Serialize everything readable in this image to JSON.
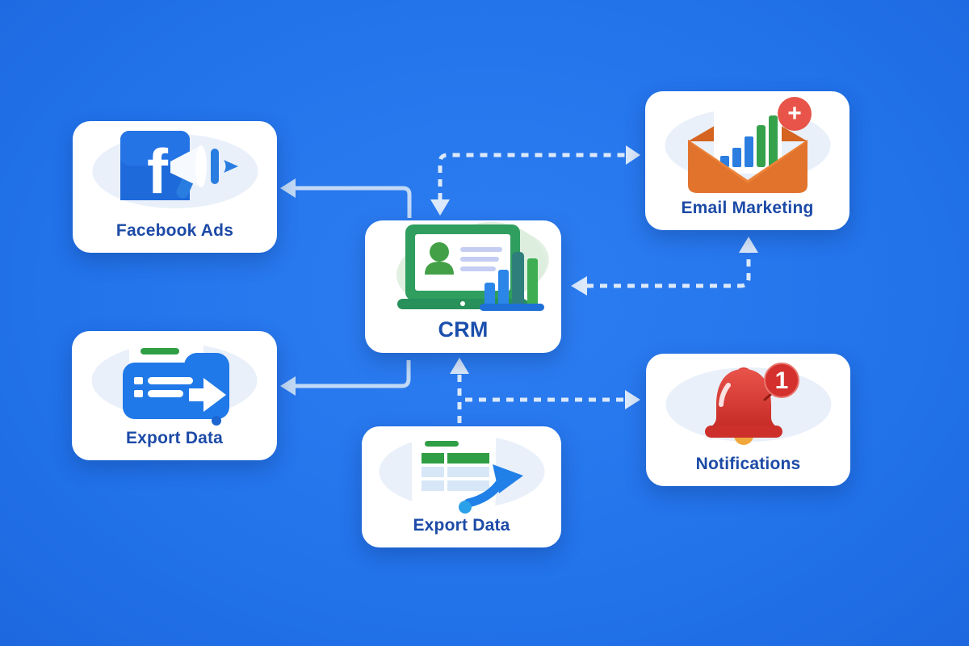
{
  "diagram": {
    "type": "integration-flowchart",
    "nodes": [
      {
        "id": "facebook-ads",
        "label": "Facebook Ads",
        "icon": "facebook-megaphone-icon",
        "logo_letter": "f"
      },
      {
        "id": "email-marketing",
        "label": "Email Marketing",
        "icon": "envelope-chart-icon",
        "badge": "+"
      },
      {
        "id": "crm",
        "label": "CRM",
        "icon": "laptop-contact-chart-icon"
      },
      {
        "id": "export-data-left",
        "label": "Export Data",
        "icon": "folder-export-icon"
      },
      {
        "id": "export-data-bottom",
        "label": "Export Data",
        "icon": "spreadsheet-export-icon"
      },
      {
        "id": "notifications",
        "label": "Notifications",
        "icon": "bell-icon",
        "badge": "1"
      }
    ],
    "connectors": [
      {
        "from": "crm",
        "to": "facebook-ads",
        "style": "solid",
        "arrows": "to"
      },
      {
        "from": "crm",
        "to": "export-data-left",
        "style": "solid",
        "arrows": "to"
      },
      {
        "from": "crm",
        "to": "email-marketing",
        "style": "dashed",
        "arrows": "both",
        "route": "top"
      },
      {
        "from": "email-marketing",
        "to": "crm",
        "style": "dashed",
        "arrows": "both",
        "route": "side"
      },
      {
        "from": "export-data-bottom",
        "to": "crm",
        "style": "dashed",
        "arrows": "to"
      },
      {
        "from": "export-data-bottom",
        "to": "notifications",
        "style": "dashed",
        "arrows": "to"
      }
    ],
    "colors": {
      "background_blue": "#2171e9",
      "card_white": "#ffffff",
      "label_navy": "#1c4aa6",
      "connector_solid": "#c2daf6",
      "connector_dashed": "#dbe9fb",
      "facebook_blue": "#1e6ada",
      "envelope_orange": "#e2732d",
      "crm_green": "#2f9e5f",
      "export_blue": "#2079e8",
      "bell_red": "#d93a34",
      "badge_red": "#e0413c"
    }
  }
}
